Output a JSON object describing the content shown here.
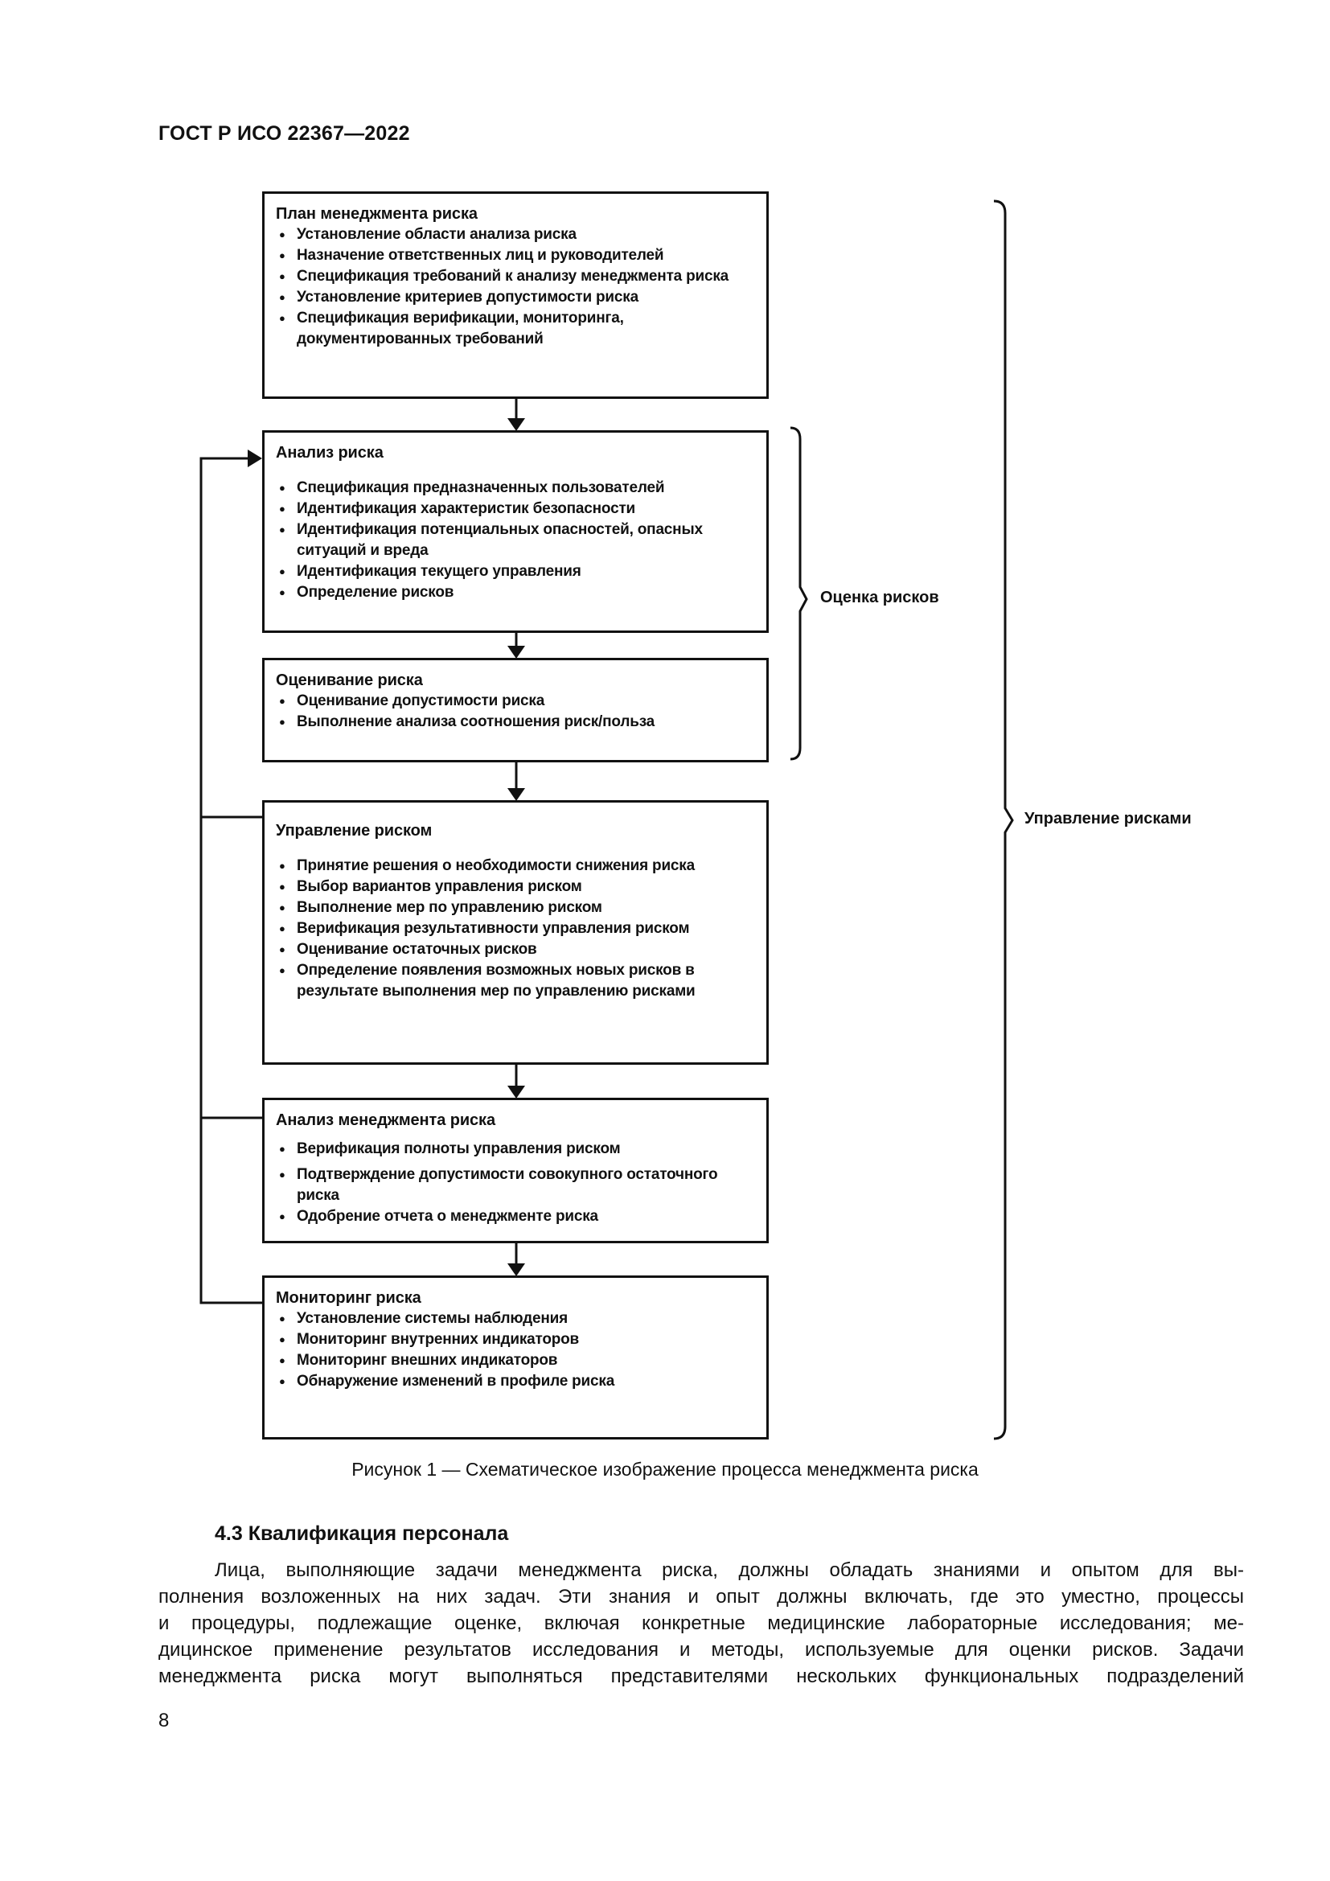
{
  "header": {
    "standard": "ГОСТ Р ИСО 22367—2022"
  },
  "boxes": {
    "plan": {
      "title": "План менеджмента риска",
      "items": [
        "Установление области анализа риска",
        "Назначение ответственных лиц и руководителей",
        "Спецификация требований к анализу менеджмента риска",
        "Установление критериев допустимости риска",
        "Спецификация верификации, мониторинга, документированных требований"
      ]
    },
    "analysis": {
      "title": "Анализ риска",
      "items": [
        "Спецификация предназначенных пользователей",
        "Идентификация характеристик безопасности",
        "Идентификация потенциальных опасностей, опасных ситуаций и вреда",
        "Идентификация текущего управления",
        "Определение рисков"
      ]
    },
    "evaluation": {
      "title": "Оценивание риска",
      "items": [
        "Оценивание допустимости риска",
        "Выполнение анализа соотношения риск/польза"
      ]
    },
    "control": {
      "title": "Управление риском",
      "items": [
        "Принятие решения о необходимости снижения риска",
        "Выбор вариантов управления риском",
        "Выполнение мер по управлению риском",
        "Верификация результативности управления риском",
        "Оценивание остаточных рисков",
        "Определение появления возможных новых рисков в результате выполнения мер по управлению рисками"
      ]
    },
    "review": {
      "title": "Анализ менеджмента риска",
      "items": [
        "Верификация полноты управления риском",
        "Подтверждение допустимости совокупного остаточного риска",
        "Одобрение отчета о менеджменте риска"
      ]
    },
    "monitoring": {
      "title": "Мониторинг риска",
      "items": [
        "Установление системы наблюдения",
        "Мониторинг внутренних индикаторов",
        "Мониторинг внешних индикаторов",
        "Обнаружение изменений в профиле риска"
      ]
    }
  },
  "brackets": {
    "assessment": "Оценка рисков",
    "management": "Управление рисками"
  },
  "caption": "Рисунок 1 — Схематическое изображение процесса менеджмента риска",
  "section": {
    "title": "4.3  Квалификация персонала",
    "lines": [
      "Лица, выполняющие задачи менеджмента риска, должны обладать знаниями и опытом для вы-",
      "полнения возложенных на них задач. Эти знания и опыт должны включать, где это уместно, процессы",
      "и процедуры, подлежащие оценке, включая конкретные медицинские лабораторные исследования; ме-",
      "дицинское применение результатов исследования и методы, используемые для оценки рисков. Задачи",
      "менеджмента риска могут выполняться представителями нескольких функциональных подразделений"
    ]
  },
  "page_number": "8"
}
